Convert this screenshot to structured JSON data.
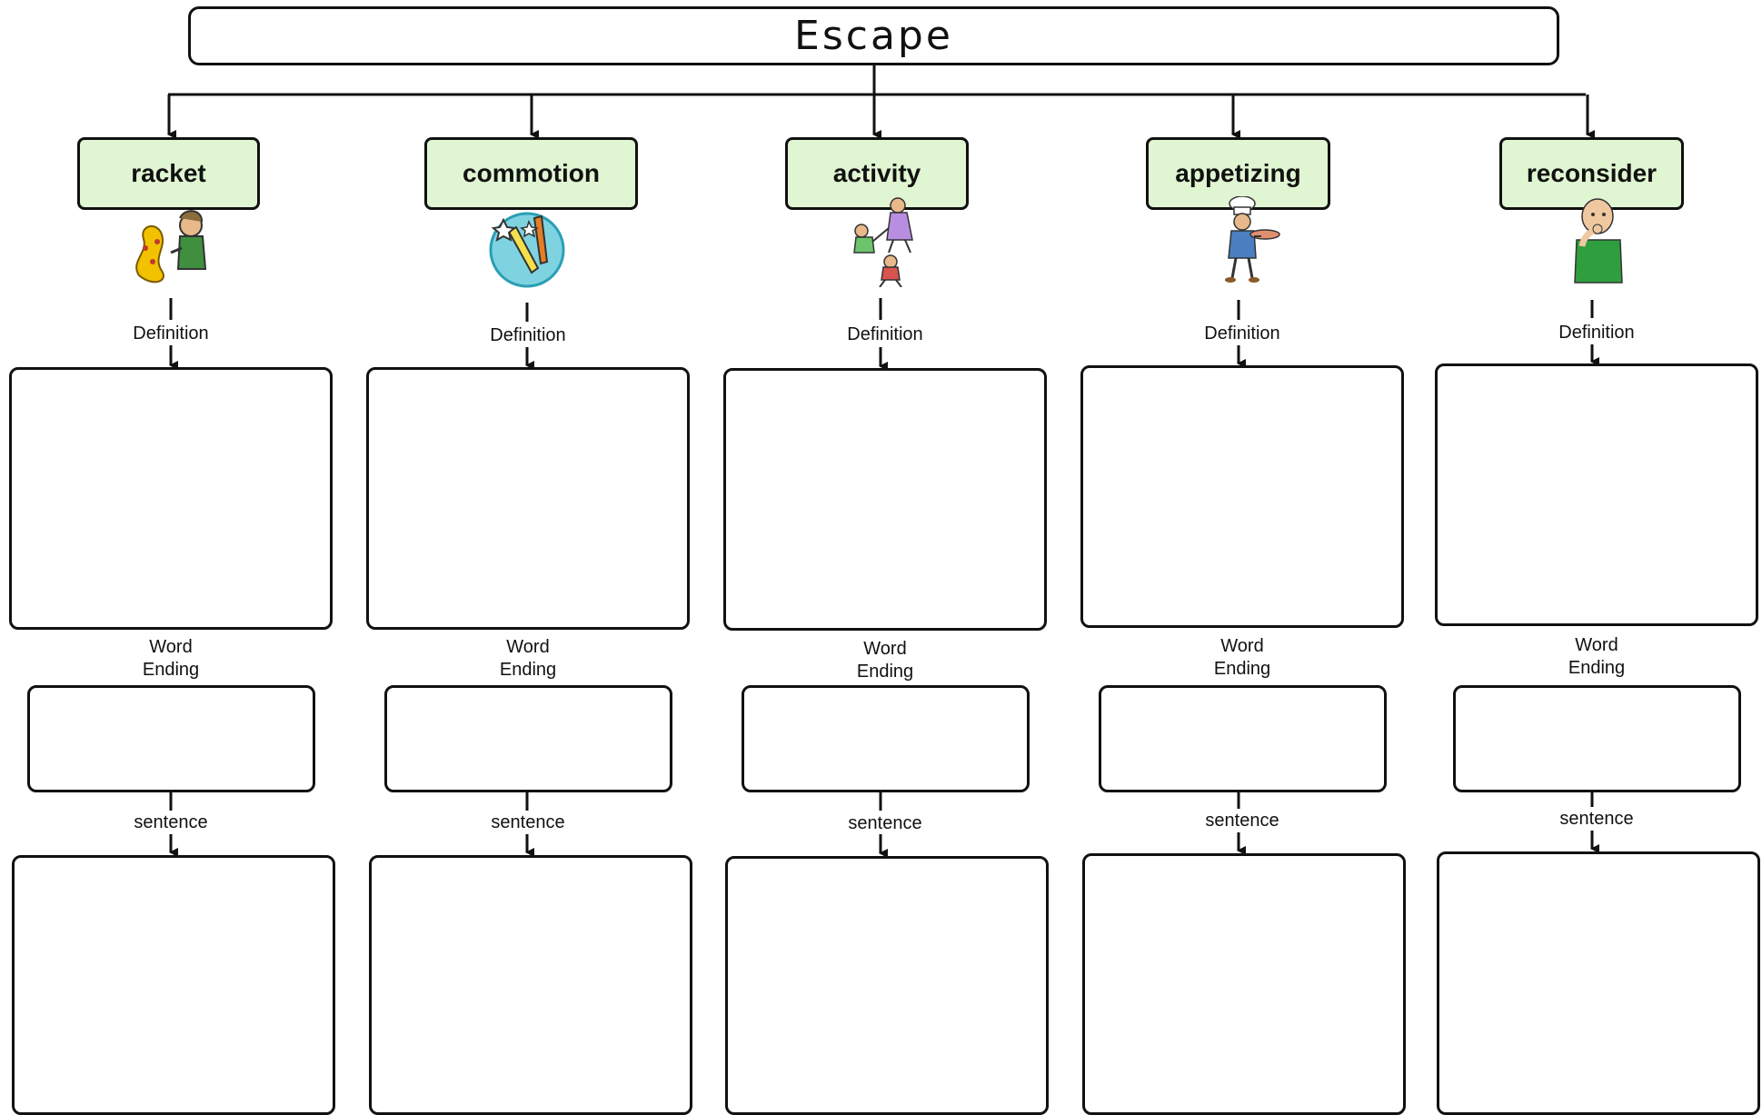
{
  "title": "Escape",
  "labels": {
    "definition": "Definition",
    "word_ending_line1": "Word",
    "word_ending_line2": "Ending",
    "sentence": "sentence"
  },
  "words": [
    {
      "word": "racket",
      "icon": "snake-charmer-icon"
    },
    {
      "word": "commotion",
      "icon": "fireworks-icon"
    },
    {
      "word": "activity",
      "icon": "children-playing-icon"
    },
    {
      "word": "appetizing",
      "icon": "chef-icon"
    },
    {
      "word": "reconsider",
      "icon": "thinking-boy-icon"
    }
  ],
  "colors": {
    "word_box_fill": "#e0f5d2",
    "stroke": "#111111"
  }
}
